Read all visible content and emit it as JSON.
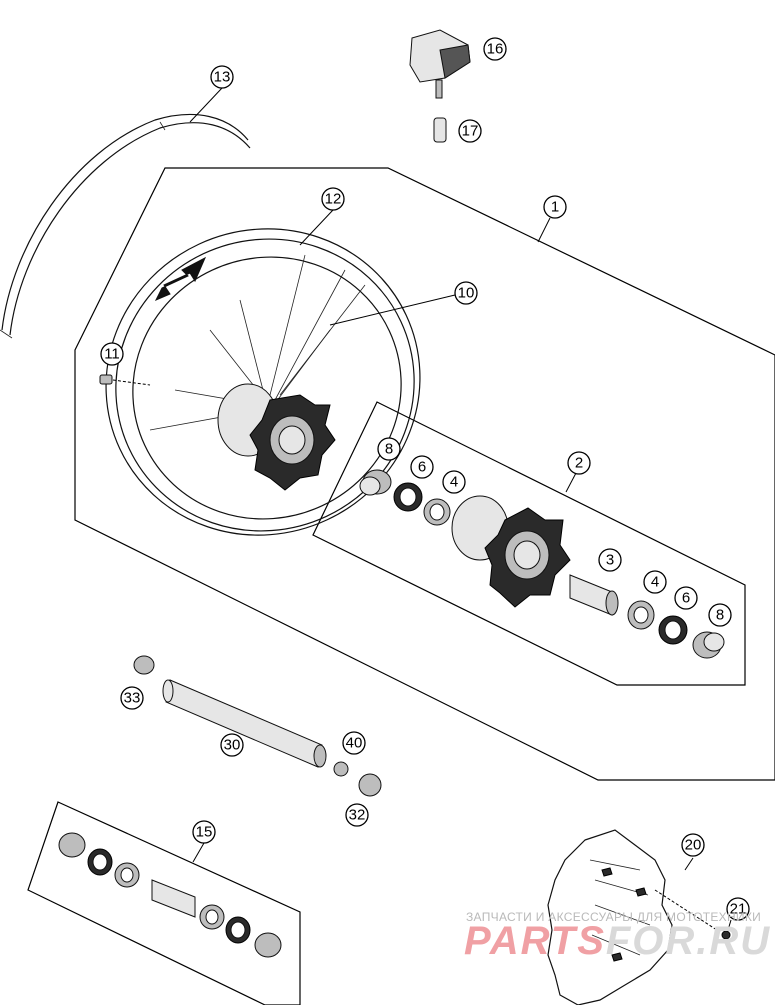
{
  "callouts": [
    "1",
    "2",
    "3",
    "4",
    "4",
    "6",
    "6",
    "8",
    "8",
    "10",
    "11",
    "12",
    "13",
    "15",
    "16",
    "17",
    "20",
    "21",
    "30",
    "32",
    "33",
    "40"
  ],
  "watermark": {
    "tagline": "ЗАПЧАСТИ И АКСЕССУАРЫ ДЛЯ МОТОТЕХНИКИ",
    "brand_part1": "PARTS",
    "brand_part2": "FOR.RU",
    "color1": "#f0a0a4",
    "color2": "#d9d9d9"
  }
}
